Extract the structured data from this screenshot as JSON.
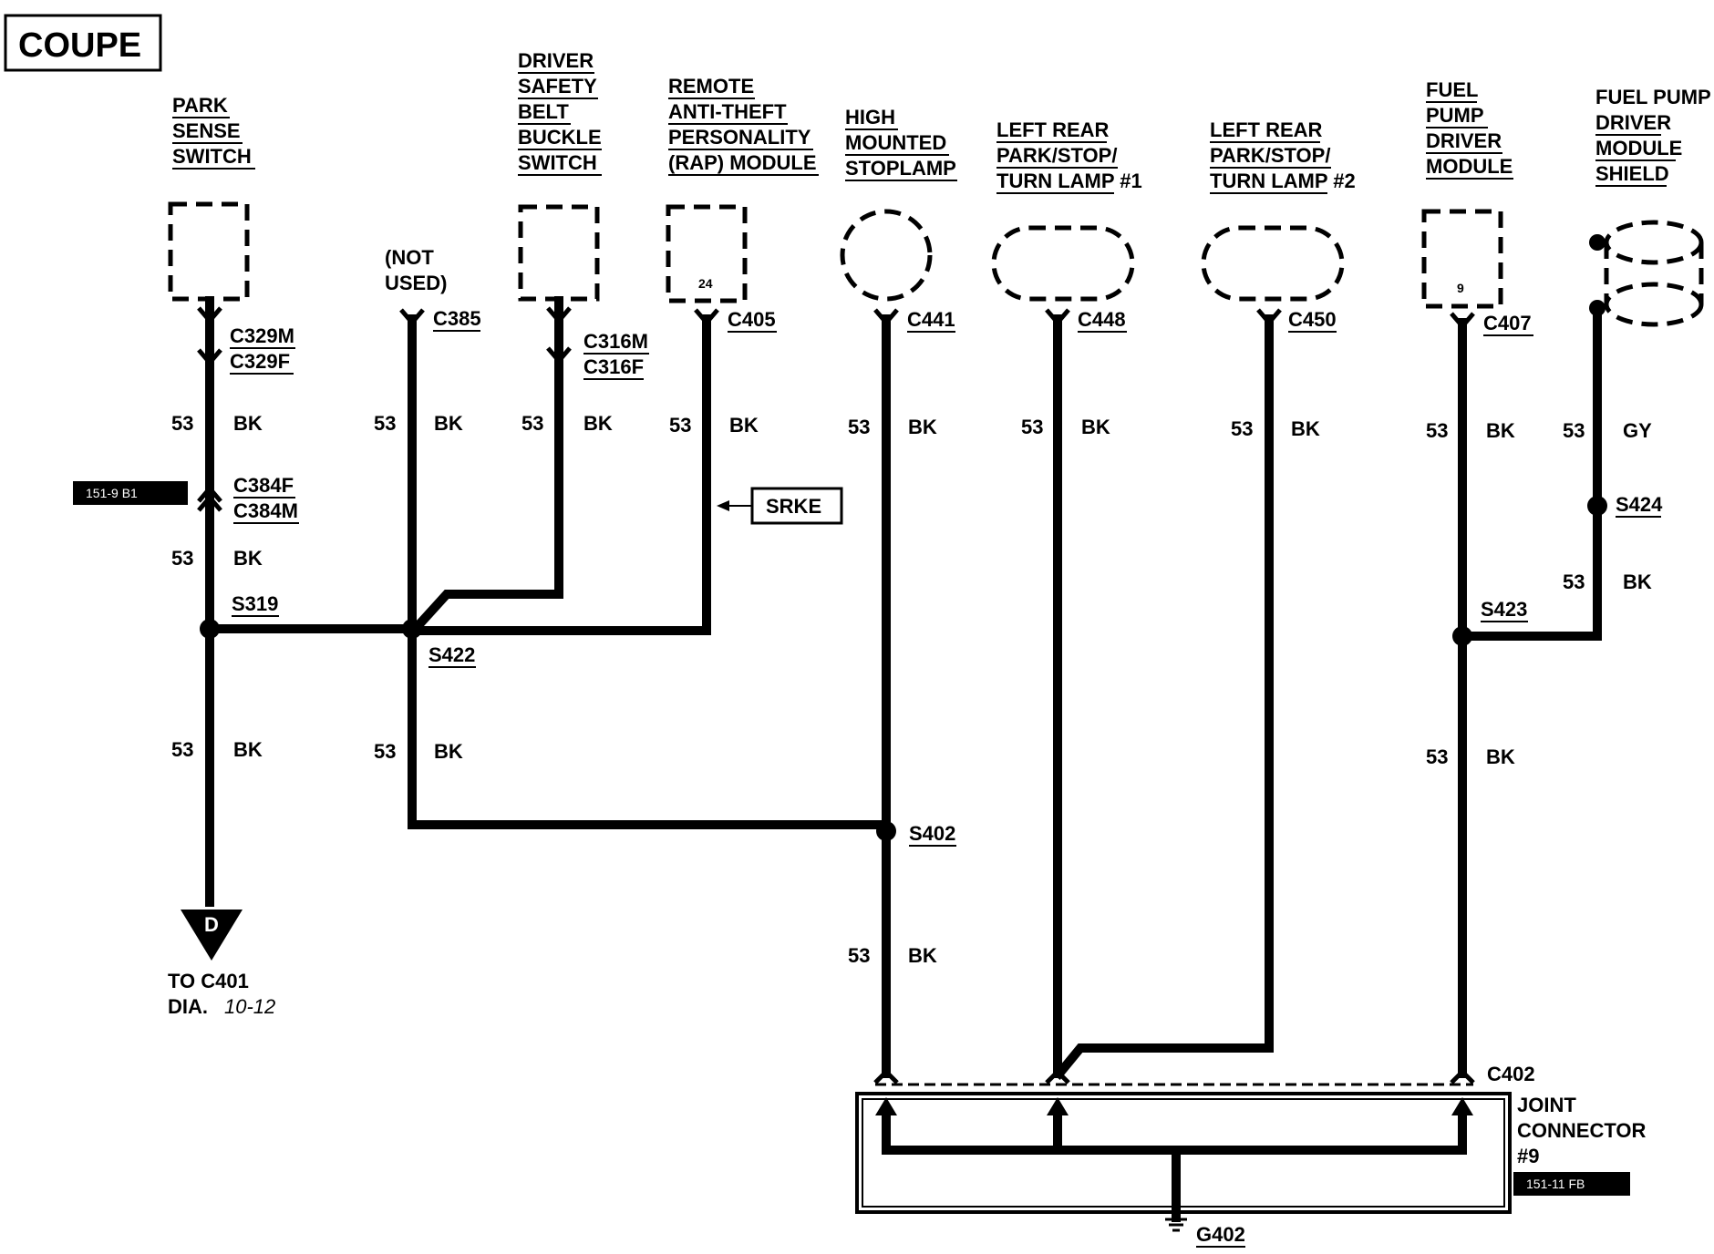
{
  "title": "COUPE",
  "components": {
    "park_sense_switch": [
      "PARK",
      "SENSE",
      "SWITCH"
    ],
    "driver_safety_belt": [
      "DRIVER",
      "SAFETY",
      "BELT",
      "BUCKLE",
      "SWITCH"
    ],
    "rap_module": [
      "REMOTE",
      "ANTI-THEFT",
      "PERSONALITY",
      "(RAP) MODULE"
    ],
    "rap_pin": "24",
    "high_mounted_stoplamp": [
      "HIGH",
      "MOUNTED",
      "STOPLAMP"
    ],
    "lr_turn_lamp_1": [
      "LEFT REAR",
      "PARK/STOP/",
      "TURN LAMP #1"
    ],
    "lr_turn_lamp_2": [
      "LEFT REAR",
      "PARK/STOP/",
      "TURN LAMP #2"
    ],
    "fuel_pump_driver_module": [
      "FUEL",
      "PUMP",
      "DRIVER",
      "MODULE"
    ],
    "fuel_pump_pin": "9",
    "fuel_pump_shield": [
      "FUEL PUMP",
      "DRIVER",
      "MODULE",
      "SHIELD"
    ],
    "not_used": [
      "(NOT",
      "USED)"
    ],
    "joint_connector": [
      "JOINT",
      "CONNECTOR",
      "#9"
    ]
  },
  "connectors": {
    "c329m": "C329M",
    "c329f": "C329F",
    "c384f": "C384F",
    "c384m": "C384M",
    "c385": "C385",
    "c316m": "C316M",
    "c316f": "C316F",
    "c405": "C405",
    "c441": "C441",
    "c448": "C448",
    "c450": "C450",
    "c407": "C407",
    "c402": "C402"
  },
  "splices": {
    "s319": "S319",
    "s422": "S422",
    "s402": "S402",
    "s424": "S424",
    "s423": "S423"
  },
  "ground": "G402",
  "wire": {
    "circuit": "53",
    "color_bk": "BK",
    "color_gy": "GY"
  },
  "refs": {
    "ref1": "151-9 B1",
    "ref2": "151-11 FB"
  },
  "srke": "SRKE",
  "offpage": {
    "letter": "D",
    "to": "TO C401",
    "dia": "DIA.",
    "dia_num": "10-12"
  }
}
